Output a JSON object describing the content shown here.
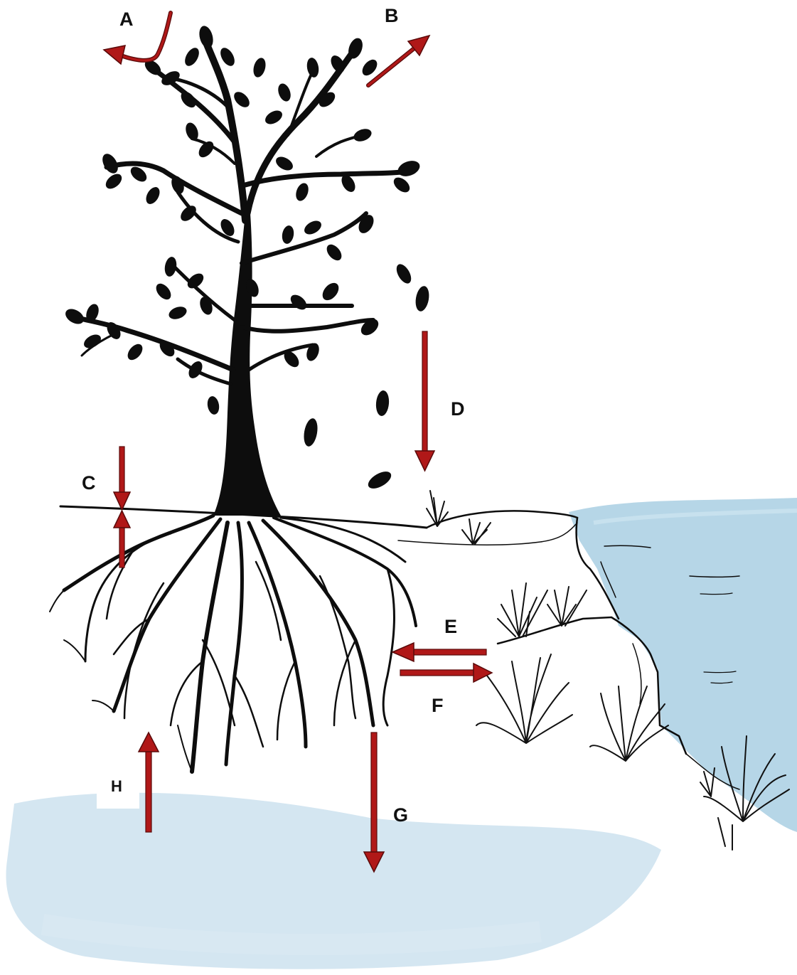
{
  "labels": {
    "a": "A",
    "b": "B",
    "c": "C",
    "d": "D",
    "e": "E",
    "f": "F",
    "g": "G",
    "h": "H"
  },
  "colors": {
    "arrow": "#b01818",
    "arrow_stroke": "#5a0a0a",
    "ink": "#0d0d0d",
    "water": "#a9cfe3",
    "groundwater": "#c9e0ee"
  }
}
